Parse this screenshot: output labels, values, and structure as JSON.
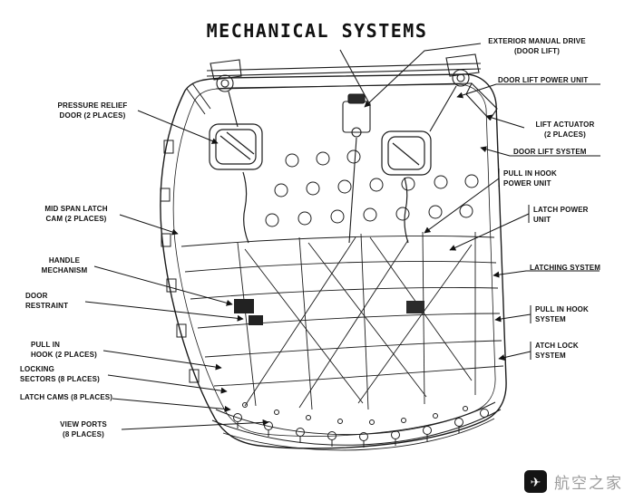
{
  "title": "MECHANICAL SYSTEMS",
  "labels": {
    "left": [
      {
        "id": "pressure-relief-door",
        "text": "PRESSURE RELIEF\nDOOR (2 PLACES)"
      },
      {
        "id": "mid-span-latch-cam",
        "text": "MID SPAN LATCH\nCAM (2 PLACES)"
      },
      {
        "id": "handle-mechanism",
        "text": "HANDLE\nMECHANISM"
      },
      {
        "id": "door-restraint",
        "text": "DOOR\nRESTRAINT"
      },
      {
        "id": "pull-in-hook",
        "text": "PULL IN\nHOOK (2 PLACES)"
      },
      {
        "id": "locking-sectors",
        "text": "LOCKING\nSECTORS (8 PLACES)"
      },
      {
        "id": "latch-cams",
        "text": "LATCH CAMS (8 PLACES)"
      },
      {
        "id": "view-ports",
        "text": "VIEW PORTS\n(8 PLACES)"
      }
    ],
    "right": [
      {
        "id": "exterior-manual-drive",
        "text": "EXTERIOR MANUAL DRIVE\n(DOOR LIFT)"
      },
      {
        "id": "door-lift-power-unit",
        "text": "DOOR LIFT POWER UNIT"
      },
      {
        "id": "lift-actuator",
        "text": "LIFT ACTUATOR\n(2 PLACES)"
      },
      {
        "id": "door-lift-system",
        "text": "DOOR LIFT SYSTEM"
      },
      {
        "id": "pull-in-hook-power-unit",
        "text": "PULL IN HOOK\nPOWER UNIT"
      },
      {
        "id": "latch-power-unit",
        "text": "LATCH POWER\nUNIT"
      },
      {
        "id": "latching-system",
        "text": "LATCHING SYSTEM"
      },
      {
        "id": "pull-in-hook-system",
        "text": "PULL IN HOOK\nSYSTEM"
      },
      {
        "id": "atch-lock-system",
        "text": "ATCH LOCK\nSYSTEM"
      }
    ]
  },
  "watermark": {
    "text": "航空之家",
    "icon": "airplane-logo-icon",
    "icon_glyph": "✈"
  },
  "colors": {
    "ink": "#111111",
    "watermark_text": "#9c9c9c",
    "watermark_icon_bg": "#141414"
  }
}
